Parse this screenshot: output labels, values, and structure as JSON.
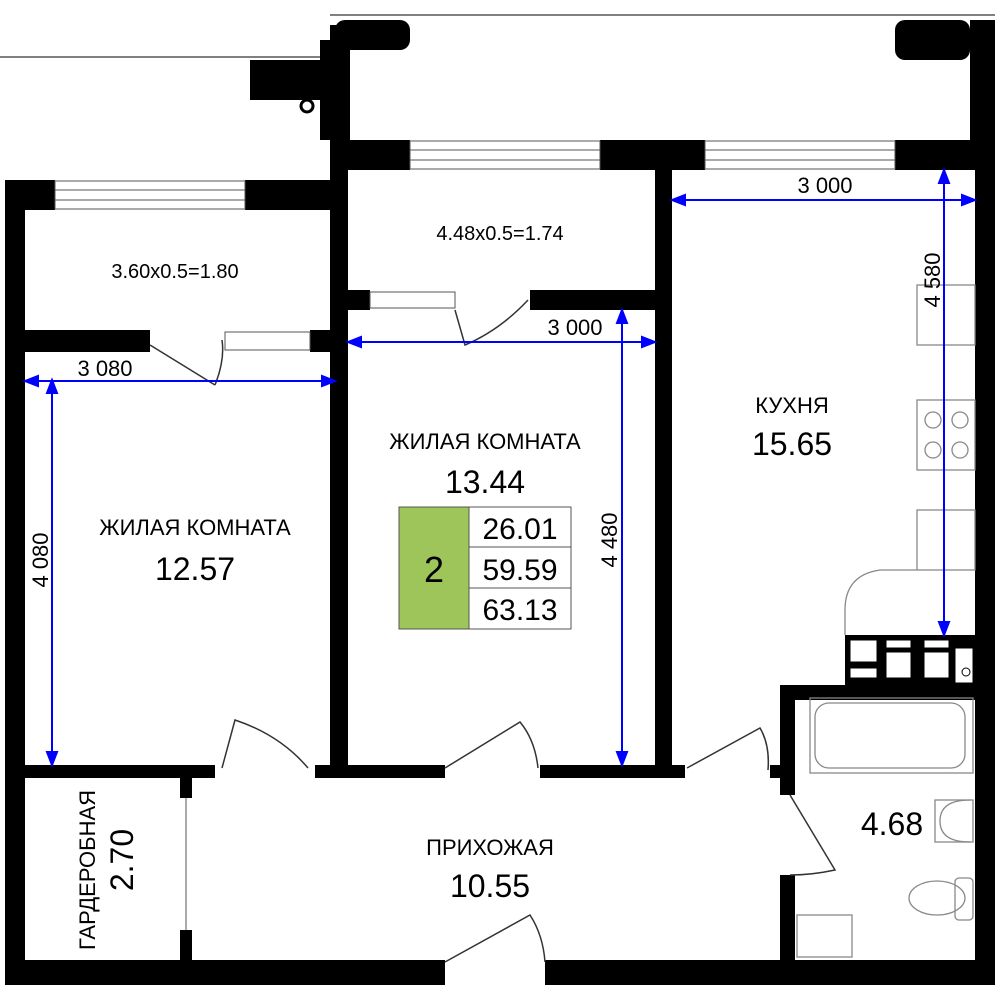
{
  "colors": {
    "wall": "#000000",
    "dimension": "#0000ff",
    "badge": "#9dc55a"
  },
  "balconies": [
    {
      "formula": "3.60x0.5=1.80"
    },
    {
      "formula": "4.48x0.5=1.74"
    }
  ],
  "rooms": {
    "bedroom1": {
      "name": "ЖИЛАЯ КОМНАТА",
      "area": "12.57"
    },
    "bedroom2": {
      "name": "ЖИЛАЯ КОМНАТА",
      "area": "13.44"
    },
    "kitchen": {
      "name": "КУХНЯ",
      "area": "15.65"
    },
    "hall": {
      "name": "ПРИХОЖАЯ",
      "area": "10.55"
    },
    "wardrobe": {
      "name": "ГАРДЕРОБНАЯ",
      "area": "2.70"
    },
    "bathroom": {
      "area": "4.68"
    }
  },
  "dimensions": {
    "bedroom1_width": "3 080",
    "bedroom1_length": "4 080",
    "bedroom2_width": "3 000",
    "bedroom2_length": "4 480",
    "kitchen_width": "3 000",
    "kitchen_length": "4 580"
  },
  "summary": {
    "rooms_count": "2",
    "living_area": "26.01",
    "total_area": "59.59",
    "total_with_balconies": "63.13"
  }
}
